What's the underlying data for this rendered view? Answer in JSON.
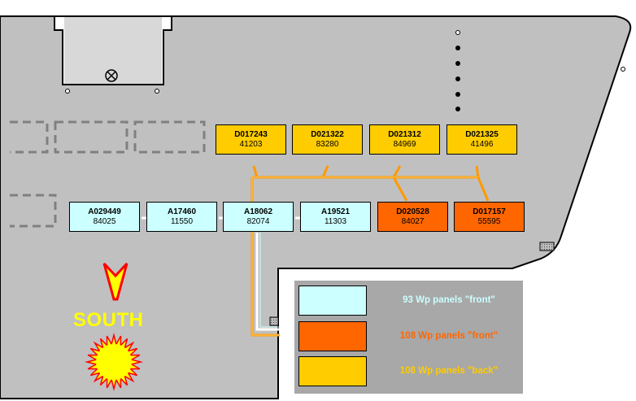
{
  "colors": {
    "roof": "#c0c0c0",
    "front93": "#ccffff",
    "front108": "#ff6600",
    "back108": "#ffcc00",
    "legend_bg": "#a8a8a8",
    "south_label": "#ffff00"
  },
  "panels_back": [
    {
      "id": "D017243",
      "number": "41203"
    },
    {
      "id": "D021322",
      "number": "83280"
    },
    {
      "id": "D021312",
      "number": "84969"
    },
    {
      "id": "D021325",
      "number": "41496"
    }
  ],
  "panels_front": [
    {
      "id": "A029449",
      "number": "84025",
      "type": "front93"
    },
    {
      "id": "A17460",
      "number": "11550",
      "type": "front93"
    },
    {
      "id": "A18062",
      "number": "82074",
      "type": "front93"
    },
    {
      "id": "A19521",
      "number": "11303",
      "type": "front93"
    },
    {
      "id": "D020528",
      "number": "84027",
      "type": "front108"
    },
    {
      "id": "D017157",
      "number": "55595",
      "type": "front108"
    }
  ],
  "legend": [
    {
      "label": "93 Wp panels \"front\"",
      "color": "#ccffff"
    },
    {
      "label": "108 Wp panels \"front\"",
      "color": "#ff6600"
    },
    {
      "label": "108 Wp panels \"back\"",
      "color": "#ffcc00"
    }
  ],
  "compass": {
    "label": "SOUTH",
    "arrow_icon": "south-arrow-icon",
    "sun_icon": "sun-icon"
  }
}
